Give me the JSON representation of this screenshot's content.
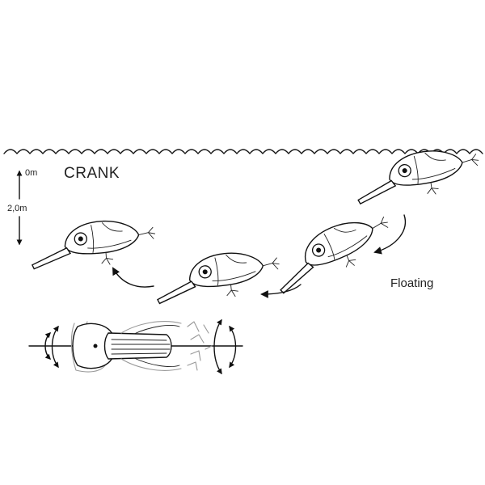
{
  "diagram": {
    "title": "CRANK",
    "depth_top": "0m",
    "depth_bottom": "2,0m",
    "action_label": "Floating"
  }
}
